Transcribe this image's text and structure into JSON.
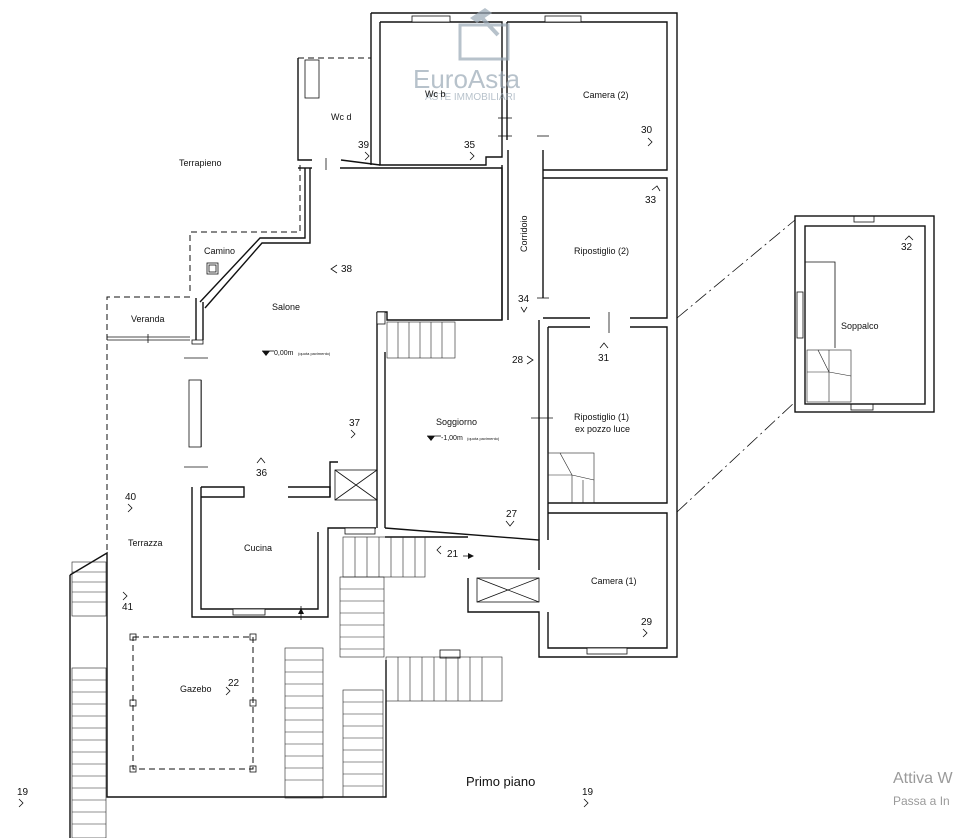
{
  "watermark": {
    "brand": "EuroAsta",
    "tagline": "ASTE IMMOBILIARI",
    "brand_color": "#9aa9b6"
  },
  "rooms": {
    "terrapieno": "Terrapieno",
    "wcd": "Wc d",
    "wcb": "Wc b",
    "camera2": "Camera (2)",
    "camino": "Camino",
    "corridoio": "Corridoio",
    "ripostiglio2": "Ripostiglio (2)",
    "veranda": "Veranda",
    "salone": "Salone",
    "soppalco": "Soppalco",
    "soggiorno": "Soggiorno",
    "ripostiglio1_a": "Ripostiglio (1)",
    "ripostiglio1_b": "ex pozzo luce",
    "terrazza": "Terrazza",
    "cucina": "Cucina",
    "camera1": "Camera (1)",
    "gazebo": "Gazebo"
  },
  "levels": {
    "salone_value": "0,00m",
    "salone_note": "(quota pavimento)",
    "soggiorno_value": "-1,00m",
    "soggiorno_note": "(quota pavimento)"
  },
  "markers": {
    "m39": "39",
    "m35": "35",
    "m30": "30",
    "m33": "33",
    "m32": "32",
    "m38": "38",
    "m34": "34",
    "m28": "28",
    "m31": "31",
    "m37": "37",
    "m36": "36",
    "m40": "40",
    "m27": "27",
    "m21": "21",
    "m41": "41",
    "m29": "29",
    "m22": "22",
    "m19a": "19",
    "m19b": "19"
  },
  "floor_title": "Primo piano",
  "system_notice": {
    "line1": "Attiva W",
    "line2": "Passa a In"
  }
}
